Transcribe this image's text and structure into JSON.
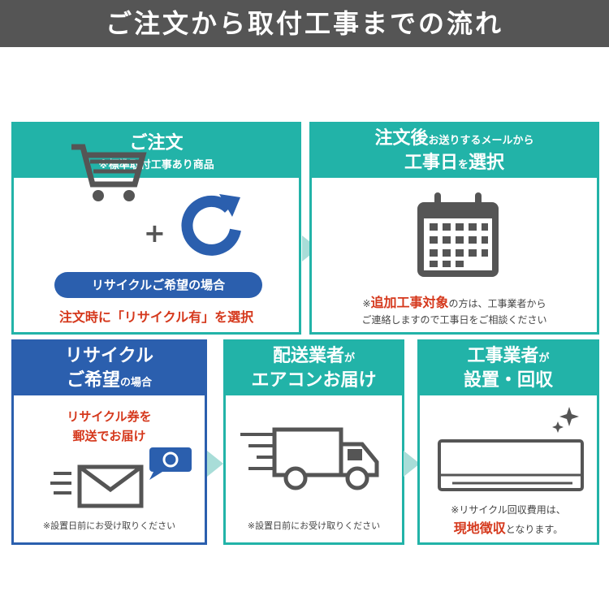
{
  "title": "ご注文から取付工事までの流れ",
  "steps": {
    "order": {
      "title": "ご注文",
      "subtitle": "※標準取付工事あり商品",
      "plus": "+",
      "recycle_badge": "リサイクルご希望の場合",
      "note": "注文時に「リサイクル有」を選択"
    },
    "date": {
      "title_big": "注文後",
      "title_small": "お送りするメールから",
      "title2_a": "工事日",
      "title2_b": "を",
      "title2_c": "選択",
      "note_prefix": "※",
      "note_red": "追加工事対象",
      "note_rest": "の方は、工事業者から",
      "note_line2": "ご連絡しますので工事日をご相談ください"
    },
    "recycle": {
      "title1": "リサイクル",
      "title2_a": "ご希望",
      "title2_b": "の場合",
      "red1": "リサイクル券を",
      "red2": "郵送でお届け",
      "note": "※設置日前にお受け取りください"
    },
    "delivery": {
      "title1_a": "配送業者",
      "title1_b": "が",
      "title2": "エアコンお届け",
      "note": "※設置日前にお受け取りください"
    },
    "install": {
      "title1_a": "工事業者",
      "title1_b": "が",
      "title2": "設置・回収",
      "note1": "※リサイクル回収費用は、",
      "note2_red": "現地徴収",
      "note2_rest": "となります。"
    }
  },
  "colors": {
    "teal": "#22b3a8",
    "blue": "#2b5fae",
    "red": "#d5381c",
    "header": "#555555"
  }
}
